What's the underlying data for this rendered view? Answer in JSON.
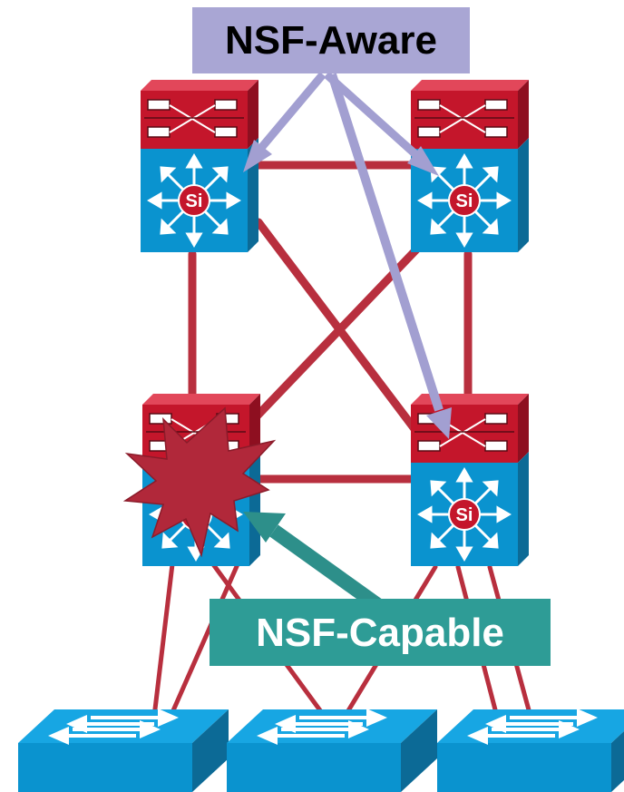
{
  "callouts": {
    "aware": {
      "label": "NSF-Aware"
    },
    "capable": {
      "label": "NSF-Capable"
    }
  },
  "switch_badge": "Si",
  "colors": {
    "link": "#B82F3E",
    "switch_blue": "#0A93CF",
    "switch_blue_dark": "#0C6A96",
    "module_red": "#C4162B",
    "aware_box": "#A9A6D4",
    "aware_arrow": "#A29FD1",
    "capable_box": "#2E9C96",
    "capable_arrow": "#2D8F8A",
    "failure_burst": "#B1283A"
  },
  "icons": [
    "layer3-switch-icon",
    "access-switch-icon",
    "failure-burst-icon",
    "arrow-icon"
  ]
}
